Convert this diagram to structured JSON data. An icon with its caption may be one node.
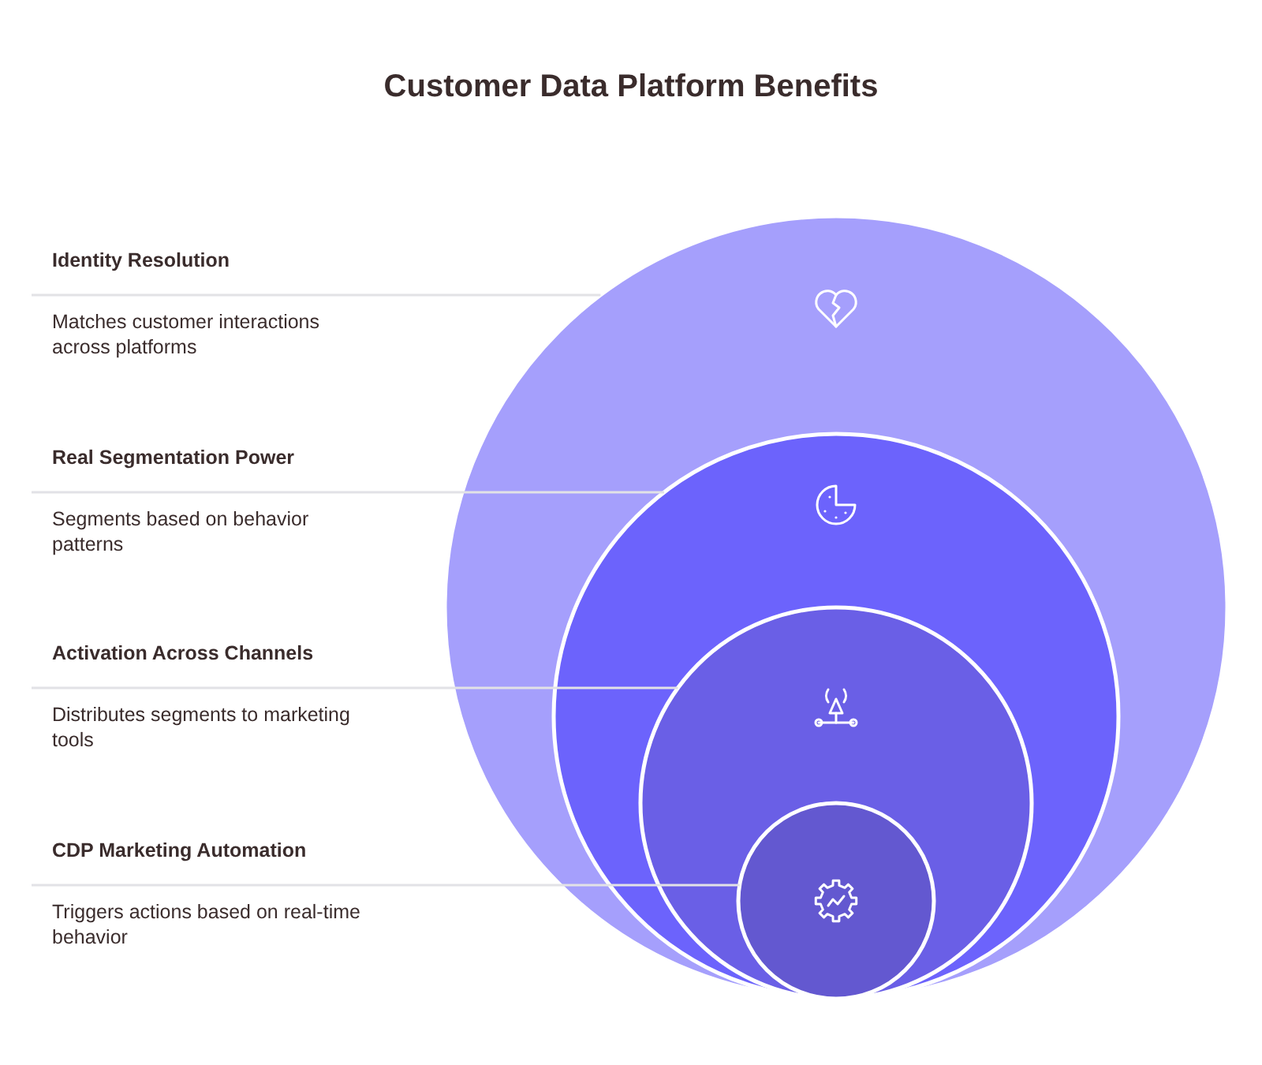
{
  "diagram": {
    "title": "Customer Data Platform Benefits",
    "nodes": [
      {
        "text": [
          "Identity Resolution",
          "Matches customer interactions across platforms"
        ]
      },
      {
        "text": [
          "Real Segmentation Power",
          "Segments based on behavior patterns"
        ]
      },
      {
        "text": [
          "Activation Across Channels",
          "Distributes segments to marketing tools"
        ]
      },
      {
        "text": [
          "CDP Marketing Automation",
          "Triggers actions based on real-time behavior"
        ]
      },
      {
        "text": [],
        "shape": "circle"
      },
      {
        "text": [],
        "shape": "circle",
        "in": 4
      },
      {
        "text": [],
        "shape": "circle",
        "in": 5
      },
      {
        "text": [],
        "shape": "circle",
        "in": 6
      }
    ],
    "edges": [
      {
        "from": 0,
        "to": 4,
        "arrow": "none"
      },
      {
        "from": 1,
        "to": 5,
        "arrow": "none"
      },
      {
        "from": 2,
        "to": 6,
        "arrow": "none"
      },
      {
        "from": 3,
        "to": 7,
        "arrow": "none"
      }
    ]
  }
}
